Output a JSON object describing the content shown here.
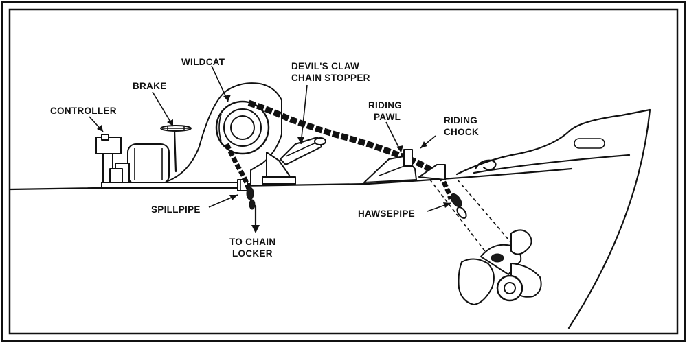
{
  "diagram": {
    "labels": {
      "wildcat": "WILDCAT",
      "devils_claw_line1": "DEVIL'S CLAW",
      "devils_claw_line2": "CHAIN STOPPER",
      "brake": "BRAKE",
      "controller": "CONTROLLER",
      "riding_pawl_line1": "RIDING",
      "riding_pawl_line2": "PAWL",
      "riding_chock_line1": "RIDING",
      "riding_chock_line2": "CHOCK",
      "spillpipe": "SPILLPIPE",
      "hawsepipe": "HAWSEPIPE",
      "to_chain_locker_line1": "TO CHAIN",
      "to_chain_locker_line2": "LOCKER"
    }
  }
}
